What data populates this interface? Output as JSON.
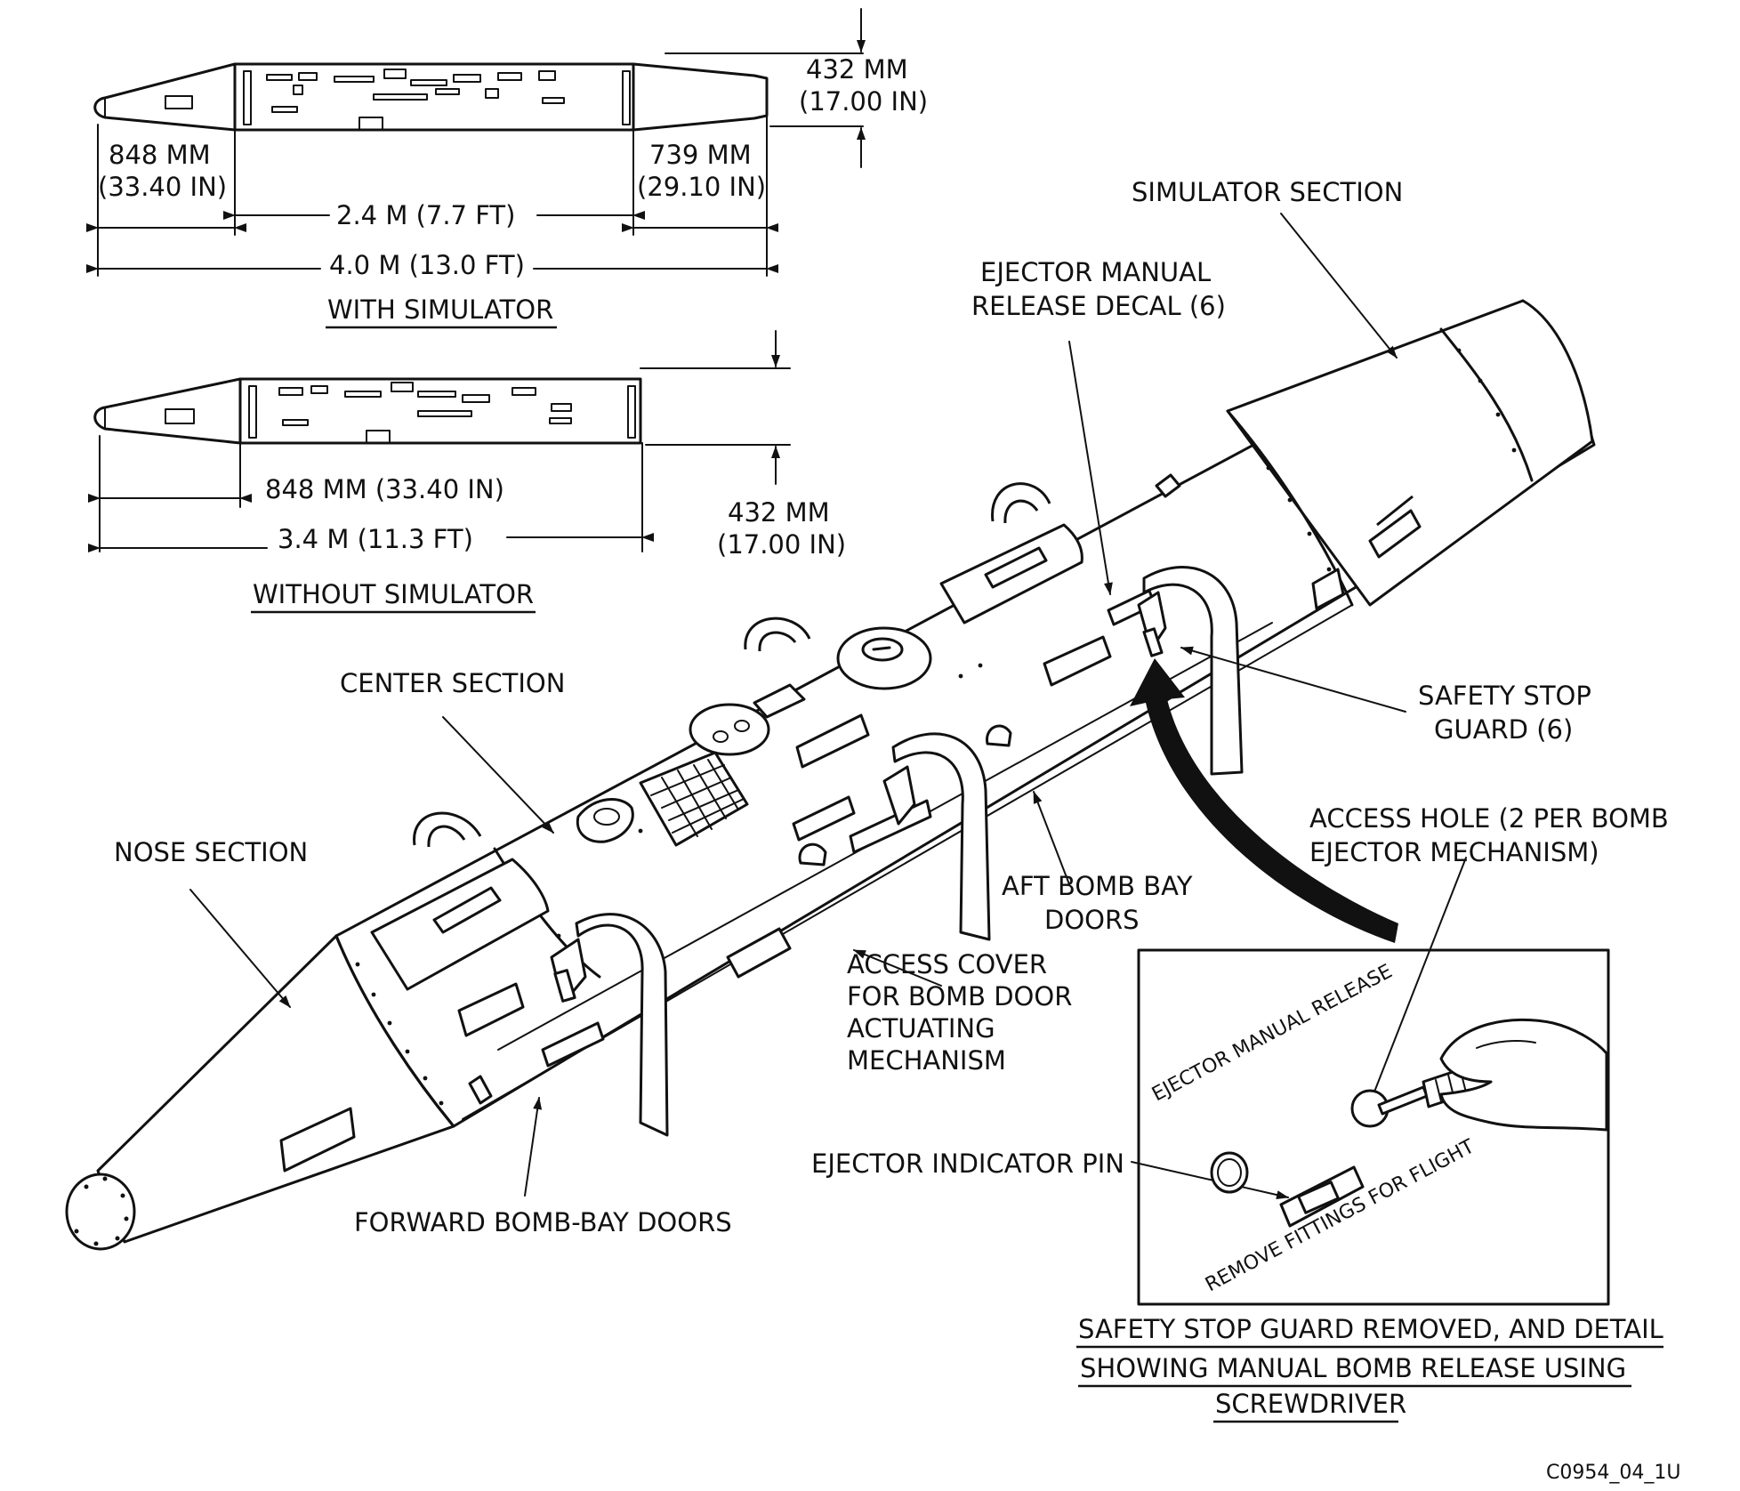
{
  "labels": {
    "dim_432_top_mm": "432 MM",
    "dim_432_top_in": "(17.00 IN)",
    "dim_848_ws_mm": "848 MM",
    "dim_848_ws_in": "(33.40 IN)",
    "dim_739_mm": "739 MM",
    "dim_739_in": "(29.10 IN)",
    "dim_2_4m": "2.4 M (7.7 FT)",
    "dim_4_0m": "4.0 M (13.0 FT)",
    "with_simulator": "WITH SIMULATOR",
    "dim_848_wo": "848 MM (33.40 IN)",
    "dim_3_4m": "3.4 M (11.3 FT)",
    "dim_432_wo_mm": "432 MM",
    "dim_432_wo_in": "(17.00 IN)",
    "without_simulator": "WITHOUT SIMULATOR",
    "simulator_section": "SIMULATOR SECTION",
    "ejector_manual_release_decal_1": "EJECTOR MANUAL",
    "ejector_manual_release_decal_2": "RELEASE  DECAL (6)",
    "center_section": "CENTER SECTION",
    "safety_stop_guard_1": "SAFETY STOP",
    "safety_stop_guard_2": "GUARD (6)",
    "nose_section": "NOSE SECTION",
    "access_hole_1": "ACCESS HOLE (2 PER BOMB",
    "access_hole_2": "EJECTOR MECHANISM)",
    "aft_bomb_bay_doors_1": "AFT BOMB BAY",
    "aft_bomb_bay_doors_2": "DOORS",
    "access_cover_1": "ACCESS COVER",
    "access_cover_2": "FOR BOMB DOOR",
    "access_cover_3": "ACTUATING",
    "access_cover_4": "MECHANISM",
    "ejector_manual_release_inset": "EJECTOR MANUAL RELEASE",
    "ejector_indicator_pin": "EJECTOR INDICATOR PIN",
    "remove_fittings": "REMOVE FITTINGS FOR FLIGHT",
    "forward_bomb_bay_doors": "FORWARD BOMB-BAY DOORS",
    "inset_caption_1": "SAFETY STOP GUARD REMOVED, AND DETAIL",
    "inset_caption_2": "SHOWING MANUAL BOMB RELEASE USING",
    "inset_caption_3": "SCREWDRIVER",
    "figure_id": "C0954_04_1U"
  }
}
